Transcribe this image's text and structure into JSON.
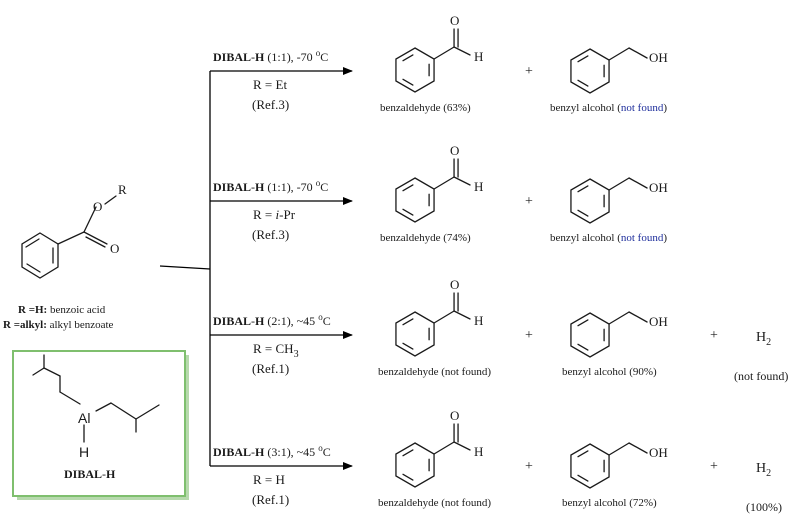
{
  "reactant": {
    "r_label": "R",
    "o_label": "O",
    "carbonyl_o": "O",
    "line1_bold": "R =H:",
    "line1_rest": " benzoic acid",
    "line2_bold": "R =alkyl:",
    "line2_rest": " alkyl benzoate"
  },
  "reagent_box": {
    "al_label": "Al",
    "h_label": "H",
    "name_part1": "DIBAL",
    "name_part2": "-",
    "name_part3": "H"
  },
  "reactions": [
    {
      "cond_bold1": "DIBAL",
      "cond_dash": "-",
      "cond_bold2": "H",
      "cond_rest": " (1:1), -70 ",
      "cond_sup": "o",
      "cond_unit": "C",
      "r_prefix": "R = ",
      "r_value": "Et",
      "r_sub": "",
      "r_italic": false,
      "ref": "(Ref.3)",
      "aldehyde_name": "benzaldehyde (63%)",
      "alcohol_name": "benzyl alcohol (",
      "alcohol_note": "not found",
      "alcohol_close": ")",
      "alcohol_note_blue": true,
      "plus1": "+",
      "o_label": "O",
      "h_label": "H",
      "oh_label": "OH",
      "plus2": "",
      "h2_main": "",
      "h2_sub": "",
      "h2_note": ""
    },
    {
      "cond_bold1": "DIBAL",
      "cond_dash": "-",
      "cond_bold2": "H",
      "cond_rest": " (1:1), -70 ",
      "cond_sup": "o",
      "cond_unit": "C",
      "r_prefix": "R = ",
      "r_value": "i",
      "r_suffix": "-Pr",
      "r_sub": "",
      "r_italic": true,
      "ref": "(Ref.3)",
      "aldehyde_name": "benzaldehyde (74%)",
      "alcohol_name": "benzyl alcohol (",
      "alcohol_note": "not found",
      "alcohol_close": ")",
      "alcohol_note_blue": true,
      "plus1": "+",
      "o_label": "O",
      "h_label": "H",
      "oh_label": "OH",
      "plus2": "",
      "h2_main": "",
      "h2_sub": "",
      "h2_note": ""
    },
    {
      "cond_bold1": "DIBAL",
      "cond_dash": "-",
      "cond_bold2": "H",
      "cond_rest": " (2:1), ~45 ",
      "cond_sup": "o",
      "cond_unit": "C",
      "r_prefix": "R = ",
      "r_value": "CH",
      "r_sub": "3",
      "r_italic": false,
      "ref": "(Ref.1)",
      "aldehyde_name": "benzaldehyde (not found)",
      "alcohol_name": "benzyl alcohol (90%)",
      "alcohol_note": "",
      "alcohol_close": "",
      "alcohol_note_blue": false,
      "plus1": "+",
      "o_label": "O",
      "h_label": "H",
      "oh_label": "OH",
      "plus2": "+",
      "h2_main": "H",
      "h2_sub": "2",
      "h2_note": "(not found)"
    },
    {
      "cond_bold1": "DIBAL",
      "cond_dash": "-",
      "cond_bold2": "H",
      "cond_rest": " (3:1), ~45 ",
      "cond_sup": "o",
      "cond_unit": "C",
      "r_prefix": "R = ",
      "r_value": "H",
      "r_sub": "",
      "r_italic": false,
      "ref": "(Ref.1)",
      "aldehyde_name": "benzaldehyde (not found)",
      "alcohol_name": "benzyl alcohol (72%)",
      "alcohol_note": "",
      "alcohol_close": "",
      "alcohol_note_blue": false,
      "plus1": "+",
      "o_label": "O",
      "h_label": "H",
      "oh_label": "OH",
      "plus2": "+",
      "h2_main": "H",
      "h2_sub": "2",
      "h2_note": "(100%)"
    }
  ],
  "colors": {
    "box_border": "#7fbf6e",
    "box_shadow": "#b7d9ad",
    "note_blue": "#1f2f9c"
  }
}
